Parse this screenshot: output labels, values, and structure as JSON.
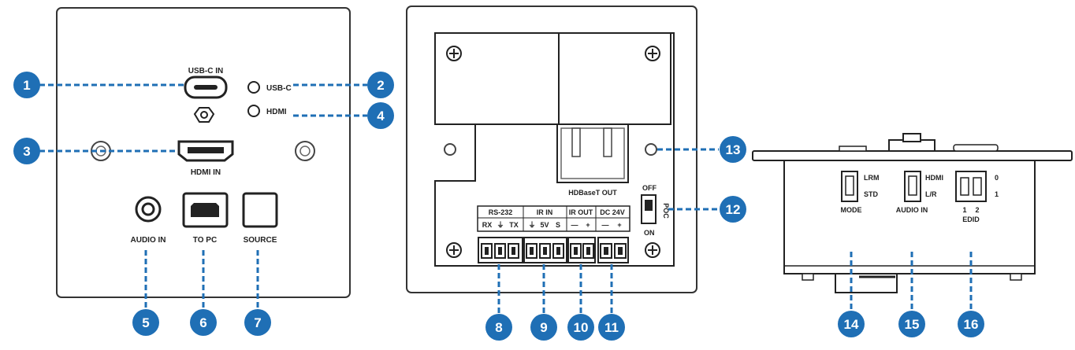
{
  "front_panel": {
    "usb_c_in": "USB-C IN",
    "led_usb_c": "USB-C",
    "led_hdmi": "HDMI",
    "hdmi_in": "HDMI IN",
    "audio_in": "AUDIO IN",
    "to_pc": "TO PC",
    "source": "SOURCE"
  },
  "rear_panel": {
    "hdbaset_out": "HDBaseT OUT",
    "poc_switch": {
      "label": "POC",
      "off": "OFF",
      "on": "ON"
    },
    "rs232": {
      "title": "RS-232",
      "rx": "RX",
      "gnd": "⏚",
      "tx": "TX"
    },
    "ir_in": {
      "title": "IR IN",
      "gnd": "⏚",
      "v5": "5V",
      "s": "S"
    },
    "ir_out": {
      "title": "IR OUT",
      "minus": "—",
      "plus": "+"
    },
    "dc24v": {
      "title": "DC 24V",
      "minus": "—",
      "plus": "+"
    }
  },
  "side_panel": {
    "mode": {
      "title": "MODE",
      "lrm": "LRM",
      "std": "STD"
    },
    "audio_in": {
      "title": "AUDIO IN",
      "hdmi": "HDMI",
      "lr": "L/R"
    },
    "edid": {
      "title": "EDID",
      "zero": "0",
      "one": "1",
      "pos1": "1",
      "pos2": "2"
    }
  },
  "callouts": [
    "1",
    "2",
    "3",
    "4",
    "5",
    "6",
    "7",
    "8",
    "9",
    "10",
    "11",
    "12",
    "13",
    "14",
    "15",
    "16"
  ],
  "colors": {
    "callout_blue": "#1f6fb5",
    "outline": "#333333"
  }
}
